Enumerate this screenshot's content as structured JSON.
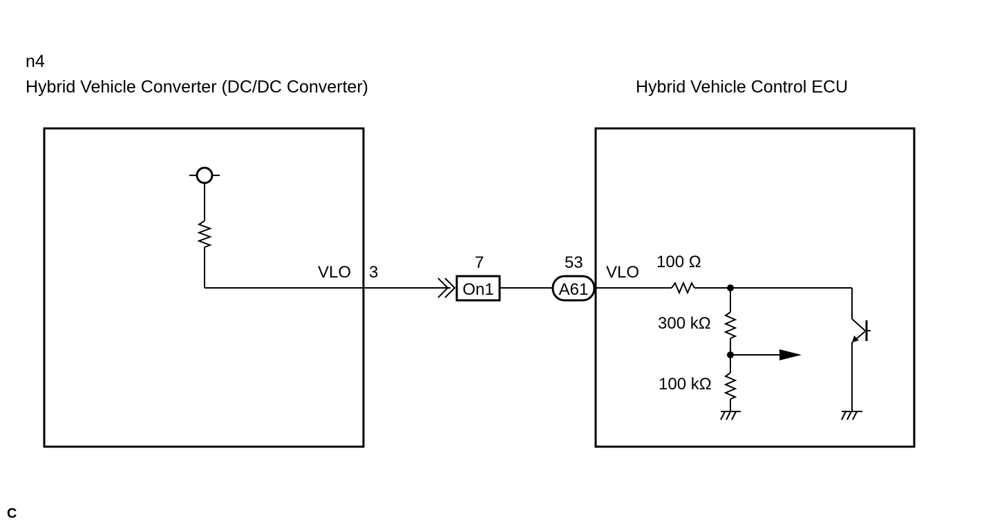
{
  "header": {
    "code": "n4",
    "left_title": "Hybrid Vehicle Converter (DC/DC Converter)",
    "right_title": "Hybrid Vehicle Control ECU"
  },
  "left_component": {
    "terminal_signal": "VLO",
    "terminal_pin": "3"
  },
  "junction": {
    "pin": "7",
    "connector": "On1"
  },
  "ecu_connector": {
    "pin": "53",
    "connector": "A61",
    "terminal_signal": "VLO"
  },
  "ecu_internal": {
    "series_resistor": "100 Ω",
    "upper_divider_resistor": "300 kΩ",
    "lower_divider_resistor": "100 kΩ"
  },
  "footer": {
    "corner_mark": "C"
  },
  "icons": {
    "power_source": "power-supply-icon",
    "resistor": "resistor-icon",
    "ground": "ground-icon",
    "transistor": "transistor-icon",
    "signal_arrow": "signal-arrow-icon",
    "connector": "double-chevron-connector-icon"
  }
}
